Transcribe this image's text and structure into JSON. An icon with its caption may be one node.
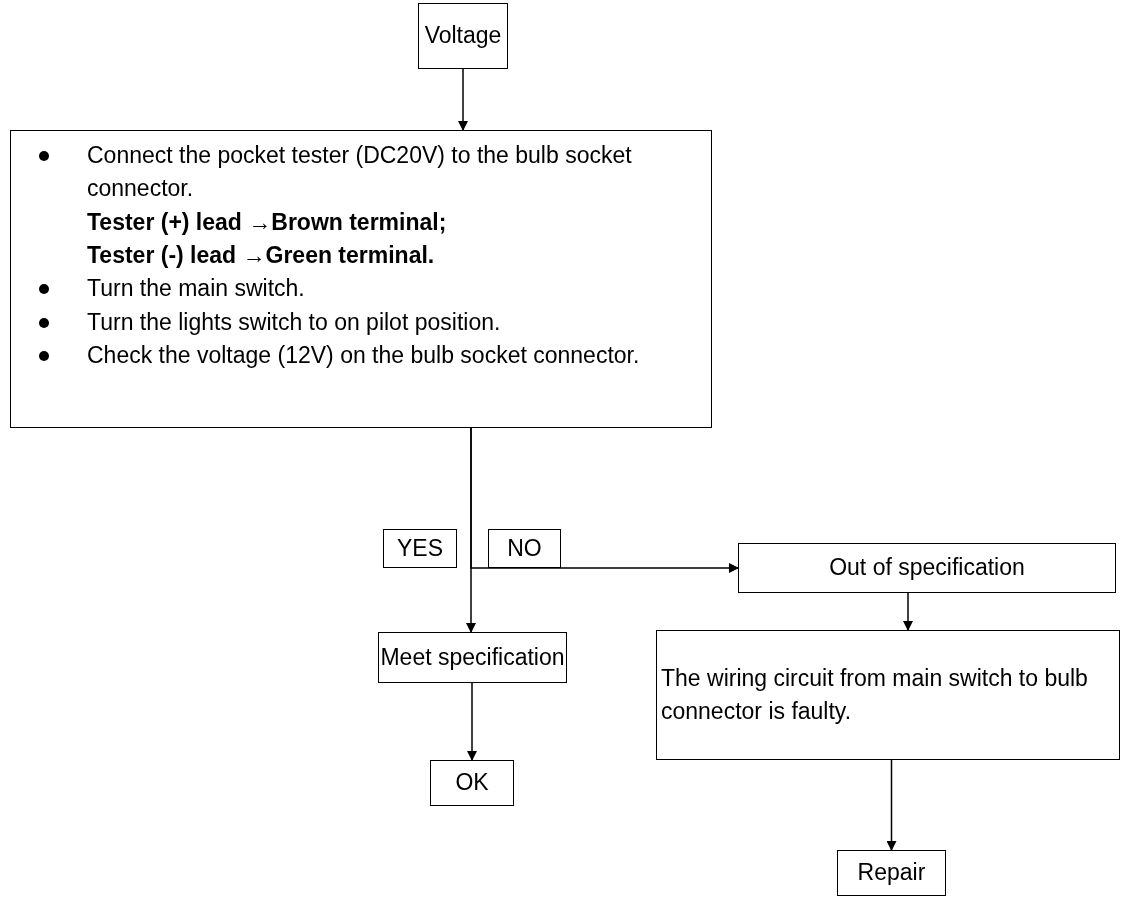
{
  "diagram": {
    "nodes": [
      {
        "text": [
          "Voltage"
        ]
      },
      {
        "text": [
          "Connect the pocket tester (DC20V) to the bulb socket connector.",
          "Tester (+) lead →Brown terminal;",
          "Tester (-) lead →Green terminal.",
          "Turn the main switch.",
          "Turn the lights switch to on pilot position.",
          "Check the voltage (12V) on the bulb socket connector."
        ]
      },
      {
        "text": [
          "Out of specification"
        ]
      },
      {
        "text": [
          "Meet specification"
        ]
      },
      {
        "text": [
          "The wiring circuit from main switch to bulb connector is faulty."
        ]
      },
      {
        "text": [
          "OK"
        ]
      },
      {
        "text": [
          "Repair"
        ]
      }
    ],
    "edges": [
      {
        "from": 0,
        "to": 1,
        "arrow": "to"
      },
      {
        "from": 1,
        "to": 3,
        "arrow": "to",
        "label": "YES"
      },
      {
        "from": 1,
        "to": 2,
        "arrow": "to",
        "label": "NO"
      },
      {
        "from": 3,
        "to": 5,
        "arrow": "to"
      },
      {
        "from": 2,
        "to": 4,
        "arrow": "to"
      },
      {
        "from": 4,
        "to": 6,
        "arrow": "to"
      }
    ]
  }
}
